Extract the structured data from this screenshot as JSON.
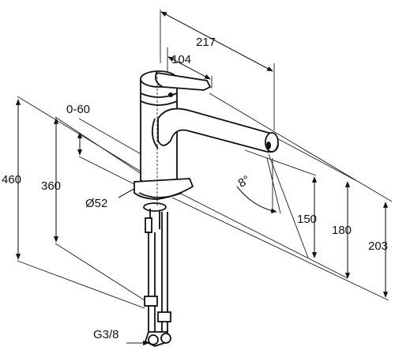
{
  "dimensions": {
    "depth_total": "217",
    "spout_offset": "104",
    "range_0_60": "0-60",
    "total_height": "460",
    "hose_length": "360",
    "base_diameter": "Ø52",
    "outlet_height": "150",
    "spout_top_height": "180",
    "top_height": "203",
    "angle": "8°",
    "thread": "G3/8"
  },
  "colors": {
    "line": "#1a1a1a",
    "background": "#ffffff"
  }
}
